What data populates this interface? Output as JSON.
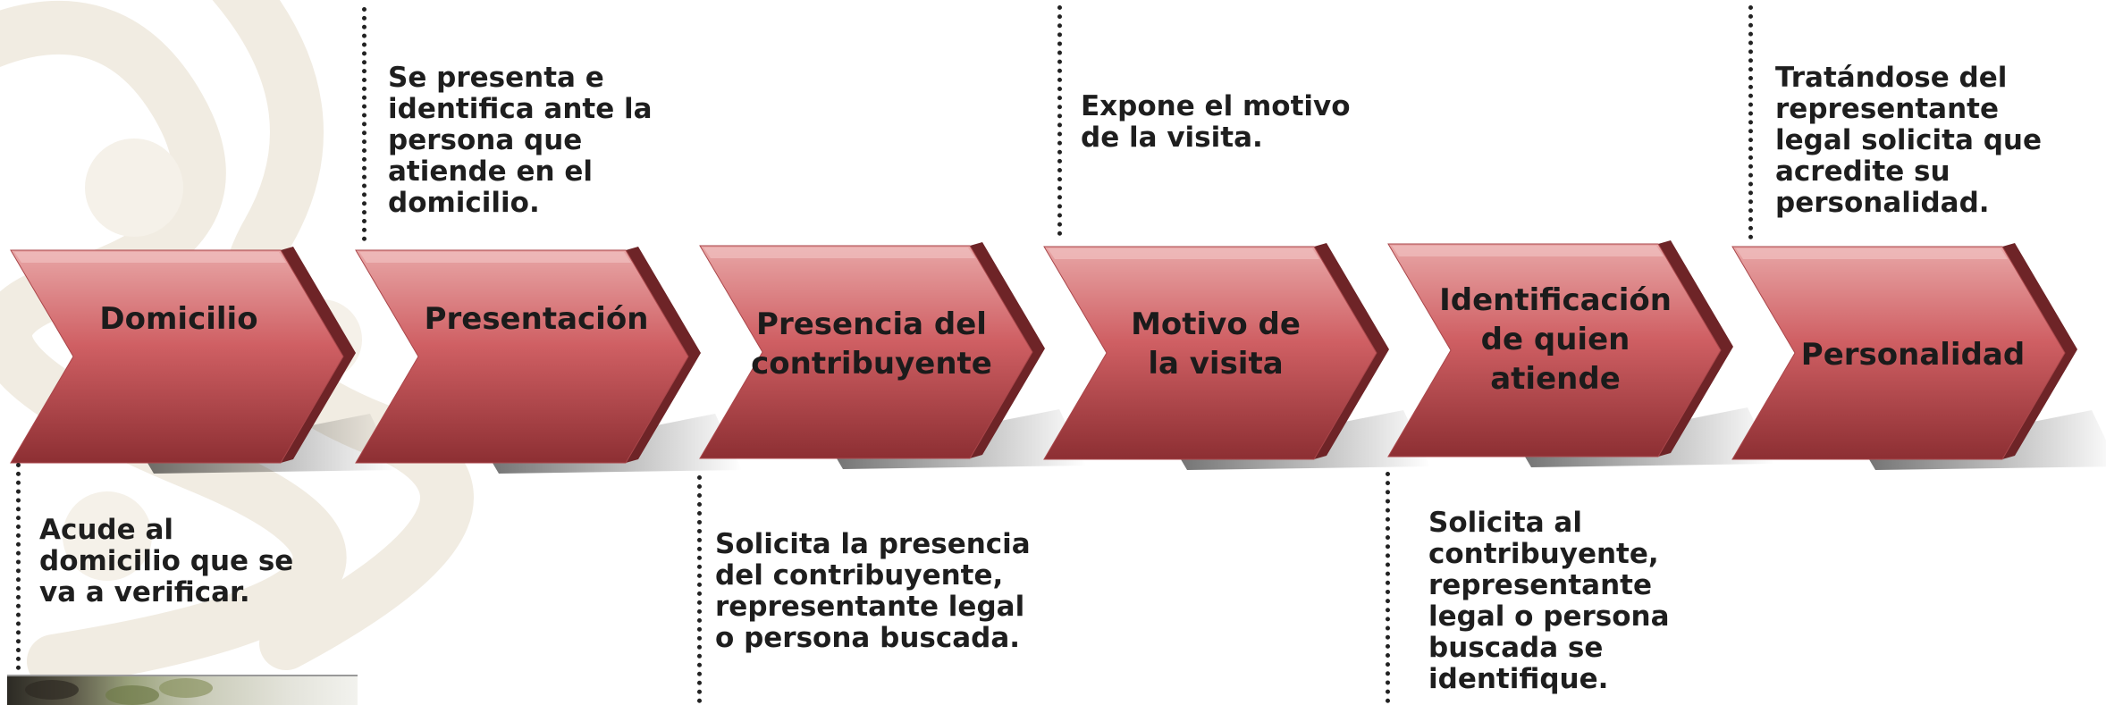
{
  "steps": [
    {
      "label": "Domicilio",
      "description": "Acude al\ndomicilio que se\nva a verificar.",
      "description_position": "below"
    },
    {
      "label": "Presentación",
      "description": "Se presenta e\nidentifica ante la\npersona que\natiende en el\ndomicilio.",
      "description_position": "above"
    },
    {
      "label": "Presencia del\ncontribuyente",
      "description": "Solicita la presencia\ndel contribuyente,\nrepresentante legal\no persona buscada.",
      "description_position": "below"
    },
    {
      "label": "Motivo de\nla visita",
      "description": "Expone el motivo\nde la visita.",
      "description_position": "above"
    },
    {
      "label": "Identificación\nde    quien\natiende",
      "description": "Solicita al\ncontribuyente,\nrepresentante\nlegal o persona\nbuscada se\nidentifique.",
      "description_position": "below"
    },
    {
      "label": "Personalidad",
      "description": "Tratándose del\nrepresentante\nlegal solicita que\nacredite su\npersonalidad.",
      "description_position": "above"
    }
  ],
  "colors": {
    "chevron_light": "#e59a9a",
    "chevron_mid": "#cc5a5e",
    "chevron_dark": "#8a2e31",
    "chevron_side": "#6e2427",
    "text": "#1b1b1b",
    "watermark": "#f3efe6"
  }
}
